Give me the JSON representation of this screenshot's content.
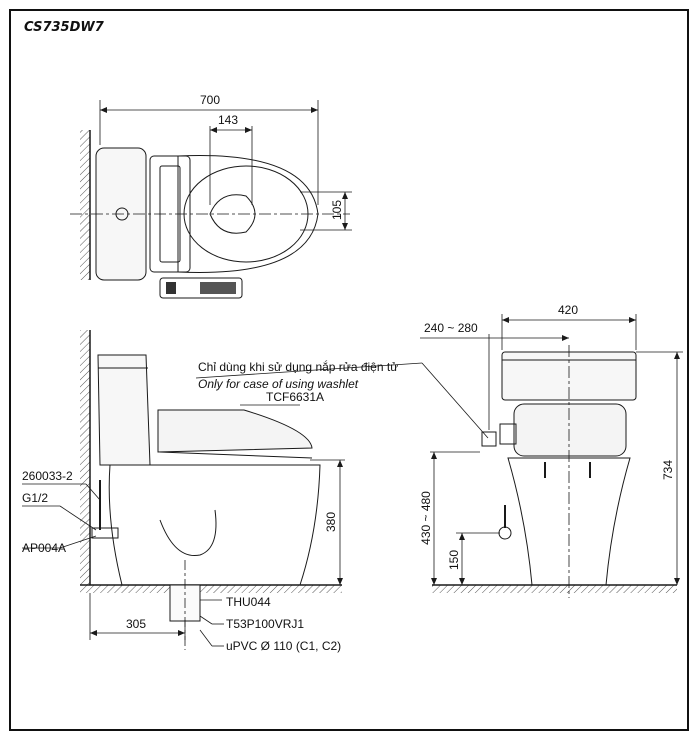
{
  "model": "CS735DW7",
  "top_view": {
    "dims": {
      "overall_length": "700",
      "bowl_width": "143",
      "centerline_offset": "105"
    }
  },
  "side_view": {
    "labels": {
      "seat": "TCF6631A",
      "supply_hose": "260033-2",
      "thread": "G1/2",
      "valve": "AP004A",
      "flange": "THU044",
      "adapter": "T53P100VRJ1",
      "pipe": "uPVC Ø 110 (C1, C2)"
    },
    "dims": {
      "seat_height": "380",
      "rough_in": "305"
    }
  },
  "front_view": {
    "note_vi": "Chỉ dùng khi sử dụng nắp rửa điện tử",
    "note_en": "Only for case of using washlet",
    "dims": {
      "width": "420",
      "outlet_offset": "240 ~ 280",
      "total_height": "734",
      "outlet_height": "430 ~ 480",
      "supply_height": "150"
    }
  },
  "colors": {
    "line": "#1a1a1a",
    "fill_light": "#f2f2f2",
    "hatch": "#555555"
  }
}
